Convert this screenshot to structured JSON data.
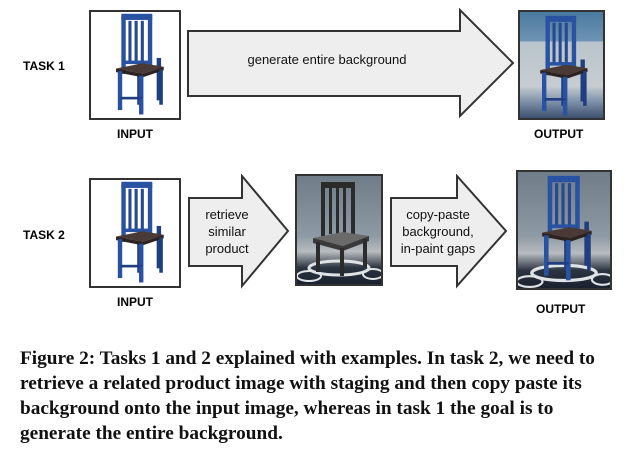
{
  "task1": {
    "label": "TASK 1",
    "arrow_text": "generate entire background",
    "input_label": "INPUT",
    "output_label": "OUTPUT"
  },
  "task2": {
    "label": "TASK 2",
    "arrow1_lines": [
      "retrieve",
      "similar",
      "product"
    ],
    "arrow2_lines": [
      "copy-paste",
      "background,",
      "in-paint gaps"
    ],
    "input_label": "INPUT",
    "output_label": "OUTPUT"
  },
  "caption": "Figure 2: Tasks 1 and 2 explained with examples. In task 2, we need to retrieve a related product image with staging and then copy paste its background onto the input image, whereas in task 1 the goal is to generate the entire background."
}
